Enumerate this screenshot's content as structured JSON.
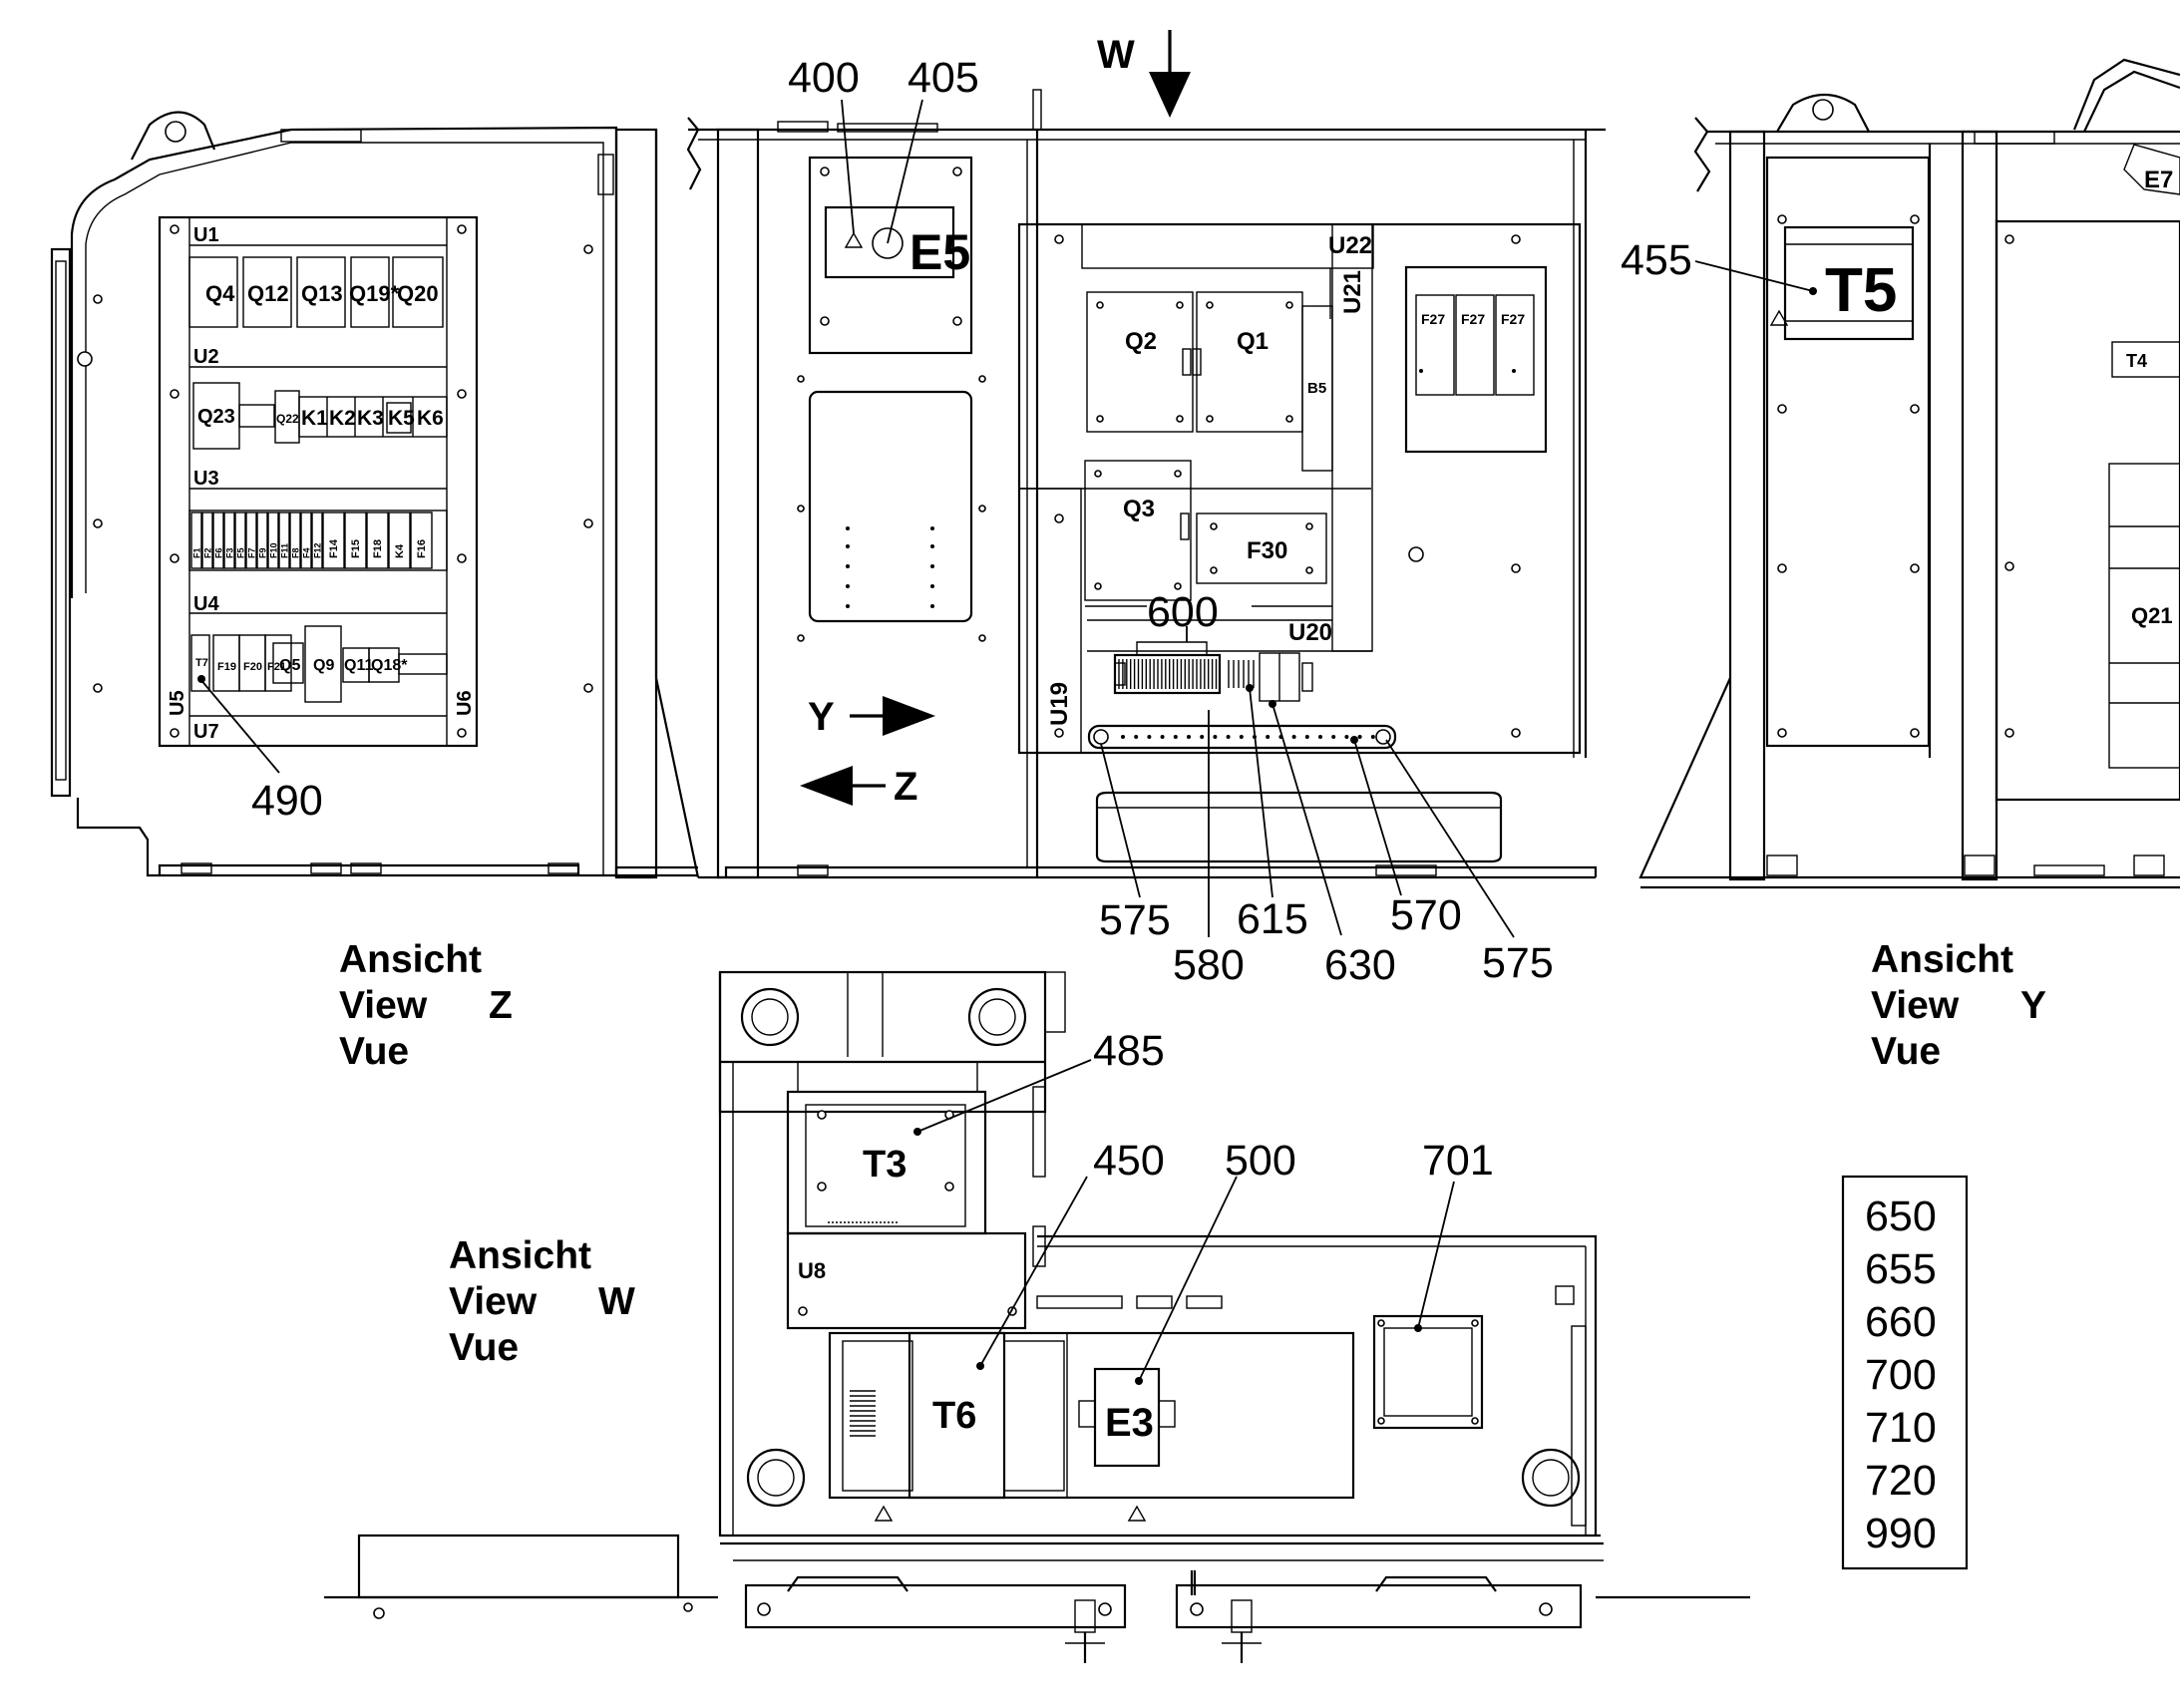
{
  "views": {
    "z": {
      "l1": "Ansicht",
      "l2": "View",
      "l3": "Vue",
      "letter": "Z"
    },
    "y": {
      "l1": "Ansicht",
      "l2": "View",
      "l3": "Vue",
      "letter": "Y"
    },
    "w": {
      "l1": "Ansicht",
      "l2": "View",
      "l3": "Vue",
      "letter": "W"
    }
  },
  "arrows": {
    "w": "W",
    "y": "Y",
    "z": "Z"
  },
  "callouts": {
    "c400": "400",
    "c405": "405",
    "c455": "455",
    "c485": "485",
    "c490": "490",
    "c450": "450",
    "c500": "500",
    "c701": "701",
    "c600": "600",
    "c575a": "575",
    "c580": "580",
    "c615": "615",
    "c630": "630",
    "c570": "570",
    "c575b": "575"
  },
  "parts_list": [
    "650",
    "655",
    "660",
    "700",
    "710",
    "720",
    "990"
  ],
  "panel_z": {
    "rows": {
      "u1": "U1",
      "u2": "U2",
      "u3": "U3",
      "u4": "U4",
      "u5": "U5",
      "u6": "U6",
      "u7": "U7"
    },
    "u1_items": [
      "Q4",
      "Q12",
      "Q13",
      "Q19*",
      "Q20"
    ],
    "u2_items": {
      "q23": "Q23",
      "q22": "Q22",
      "k1": "K1",
      "k2": "K2",
      "k3": "K3",
      "k5": "K5",
      "k6": "K6"
    },
    "u3_items": [
      "F1",
      "F2",
      "F6",
      "F3",
      "F5",
      "F7",
      "F9",
      "F10",
      "F11",
      "F8",
      "F4",
      "F12",
      "F14",
      "F15",
      "F18",
      "K4",
      "F16"
    ],
    "u4_items": {
      "t7": "T7",
      "f19": "F19",
      "f20": "F20",
      "f21": "F21",
      "q5": "Q5",
      "q9": "Q9",
      "q11": "Q11",
      "q18": "Q18*"
    }
  },
  "panel_center": {
    "e5": "E5",
    "u22": "U22",
    "u21": "U21",
    "q2": "Q2",
    "q1": "Q1",
    "b5": "B5",
    "q3": "Q3",
    "f30": "F30",
    "u20": "U20",
    "u19": "U19",
    "f27": [
      "F27",
      "F27",
      "F27"
    ]
  },
  "panel_y": {
    "t5": "T5",
    "e7": "E7",
    "t4": "T4",
    "q21": "Q21"
  },
  "panel_w": {
    "t3": "T3",
    "u8": "U8",
    "t6": "T6",
    "e3": "E3"
  }
}
